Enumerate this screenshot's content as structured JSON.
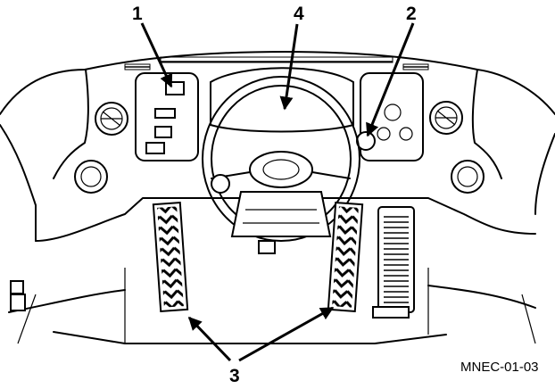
{
  "callouts": {
    "c1": "1",
    "c2": "2",
    "c3": "3",
    "c4": "4"
  },
  "figure_id": "MNEC-01-03",
  "colors": {
    "line": "#000000",
    "background": "#ffffff"
  }
}
